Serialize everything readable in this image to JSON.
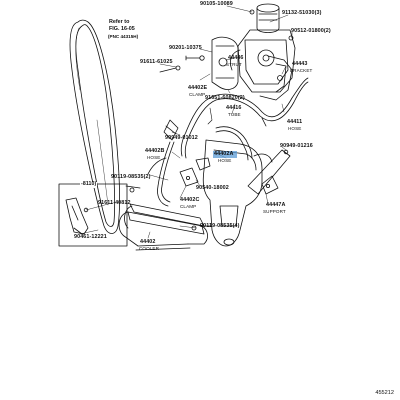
{
  "refer": {
    "line1": "Refer to",
    "line2": "FIG. 16-05",
    "line3": "(PNC 44315H)"
  },
  "inset": {
    "header": "-8110)"
  },
  "labels": [
    {
      "id": "90105-10089",
      "text": "90105-10089"
    },
    {
      "id": "90132-51030",
      "text": "91132-51030(3)"
    },
    {
      "id": "90201-10375",
      "text": "90201-10375"
    },
    {
      "id": "44446",
      "text": "44446"
    },
    {
      "id": "44446s",
      "text": "STRUT"
    },
    {
      "id": "90512-01800",
      "text": "90512-01800(2)"
    },
    {
      "id": "91611-61025",
      "text": "91611-61025"
    },
    {
      "id": "44443",
      "text": "44443"
    },
    {
      "id": "44443s",
      "text": "BRACKET"
    },
    {
      "id": "44402E",
      "text": "44402E"
    },
    {
      "id": "44402Es",
      "text": "CLAMP"
    },
    {
      "id": "91651-60820",
      "text": "91651-60820(2)"
    },
    {
      "id": "44416",
      "text": "44416"
    },
    {
      "id": "44416s",
      "text": "TUBE"
    },
    {
      "id": "44411",
      "text": "44411"
    },
    {
      "id": "44411s",
      "text": "HOSE"
    },
    {
      "id": "90949-01012",
      "text": "90949-01012"
    },
    {
      "id": "44402B",
      "text": "44402B"
    },
    {
      "id": "44402Bs",
      "text": "HOSE"
    },
    {
      "id": "44402A",
      "text": "44402A"
    },
    {
      "id": "44402As",
      "text": "HOSE"
    },
    {
      "id": "90949-01216",
      "text": "90949-01216"
    },
    {
      "id": "90119-08535a",
      "text": "90119-08535(2)"
    },
    {
      "id": "90540-18002",
      "text": "90540-18002"
    },
    {
      "id": "44402C",
      "text": "44402C"
    },
    {
      "id": "44402Cs",
      "text": "CLAMP"
    },
    {
      "id": "44447A",
      "text": "44447A"
    },
    {
      "id": "44447As",
      "text": "SUPPORT"
    },
    {
      "id": "91611-40812",
      "text": "91611-40812"
    },
    {
      "id": "90119-08535b",
      "text": "90119-08535(4)"
    },
    {
      "id": "90461-12221",
      "text": "90461-12221"
    },
    {
      "id": "44402",
      "text": "44402"
    },
    {
      "id": "44402s",
      "text": "COOLER"
    }
  ],
  "figure_id": "455212",
  "highlight_part": "44402A"
}
